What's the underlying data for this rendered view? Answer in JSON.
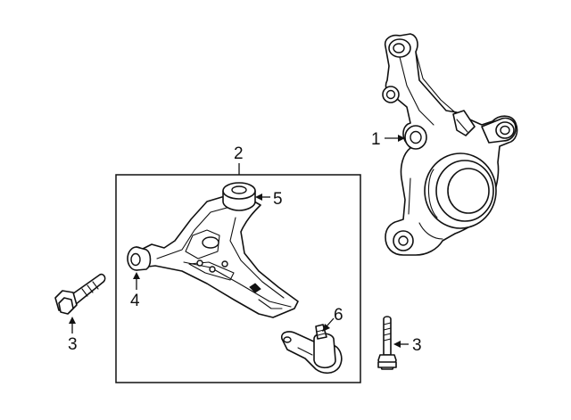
{
  "callouts": {
    "c1": "1",
    "c2": "2",
    "c3a": "3",
    "c3b": "3",
    "c4": "4",
    "c5": "5",
    "c6": "6"
  }
}
